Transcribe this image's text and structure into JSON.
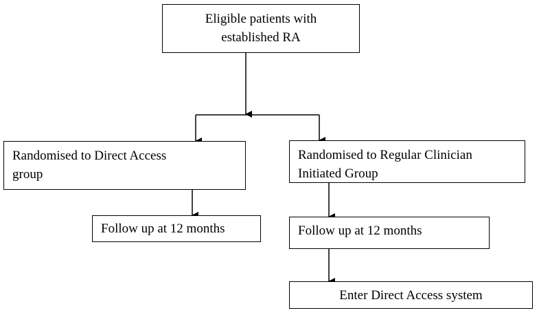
{
  "diagram": {
    "start": {
      "line1": "Eligible patients with",
      "line2": "established RA"
    },
    "direct_group": {
      "line1": "Randomised to Direct Access",
      "line2": "group"
    },
    "regular_group": {
      "line1": "Randomised to Regular Clinician",
      "line2": "Initiated Group"
    },
    "direct_followup": "Follow up at 12 months",
    "regular_followup": "Follow up at 12 months",
    "enter_system": "Enter Direct Access system"
  }
}
